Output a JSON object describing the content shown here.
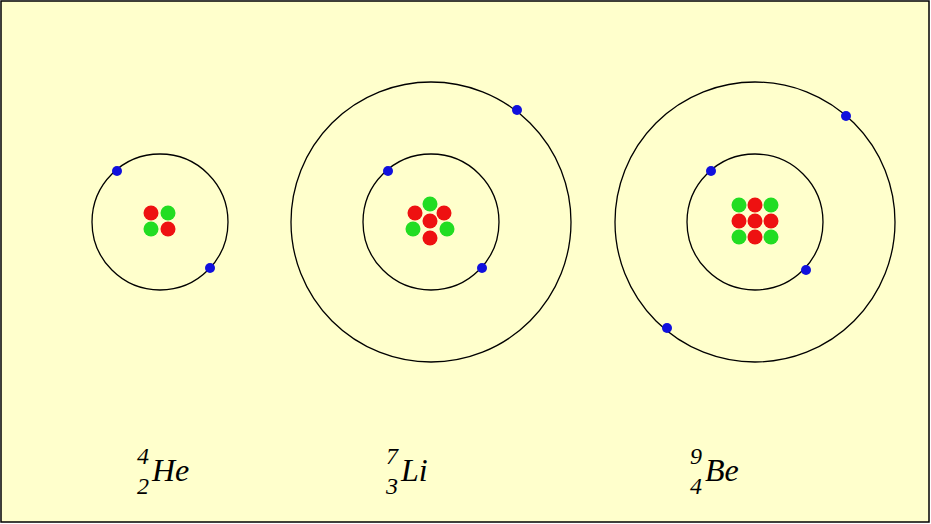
{
  "diagram": {
    "labels": [
      "4",
      "2",
      "He",
      "7",
      "3",
      "Li",
      "9",
      "4",
      "Be"
    ]
  }
}
